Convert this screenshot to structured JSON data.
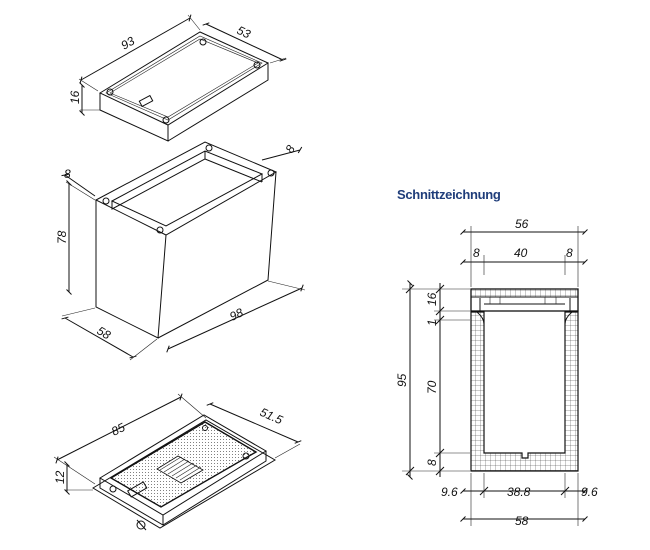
{
  "section_title": "Schnittzeichnung",
  "colors": {
    "line": "#111111",
    "title": "#1f3d7a",
    "background": "#ffffff"
  },
  "lid_dims": {
    "length": "93",
    "width": "53",
    "height": "16"
  },
  "body_dims": {
    "wall_left": "8",
    "wall_right": "8",
    "height": "78",
    "width": "58",
    "length": "98"
  },
  "plate_dims": {
    "length": "85",
    "width": "51.5",
    "height": "12"
  },
  "section_dims": {
    "top_total": "56",
    "top_left": "8",
    "top_mid": "40",
    "top_right": "8",
    "h_total": "95",
    "h_1": "1",
    "h_16": "16",
    "h_70": "70",
    "h_8": "8",
    "bot_left": "9.6",
    "bot_mid": "38.8",
    "bot_right": "9.6",
    "bot_total": "58"
  }
}
